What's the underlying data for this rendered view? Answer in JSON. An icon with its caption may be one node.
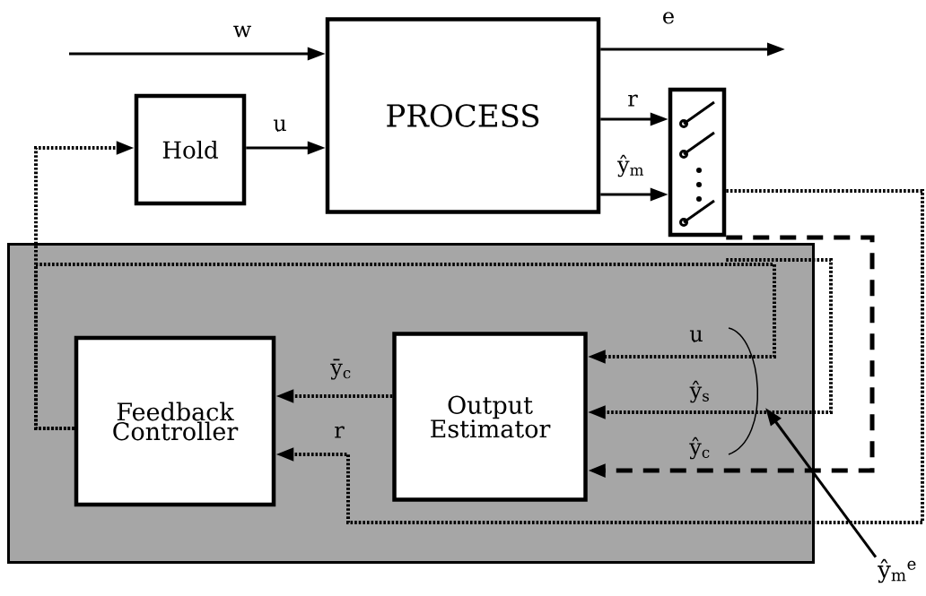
{
  "diagram": {
    "nodes": [
      {
        "text": [
          "PROCESS"
        ]
      },
      {
        "text": [
          "Hold"
        ]
      },
      {
        "text": [],
        "shape": "box"
      },
      {
        "text": [],
        "shape": "box"
      },
      {
        "text": [
          "Feedback Controller"
        ],
        "in": 3
      },
      {
        "text": [
          "Output Estimator"
        ],
        "in": 3
      },
      {
        "text": [
          "ŷ$_{m}$$^{e}$"
        ]
      }
    ],
    "edges": [
      {
        "from": null,
        "to": 0,
        "arrow": "to",
        "label": "w"
      },
      {
        "from": 0,
        "to": null,
        "arrow": "to",
        "label": "e"
      },
      {
        "from": 1,
        "to": 0,
        "arrow": "to",
        "label": "u"
      },
      {
        "from": 0,
        "to": 2,
        "arrow": "to",
        "label": "r"
      },
      {
        "from": 0,
        "to": 2,
        "arrow": "to",
        "label": "ŷ$_{m}$"
      },
      {
        "from": 4,
        "to": 1,
        "arrow": "to",
        "style": "dashed"
      },
      {
        "from": 4,
        "to": 5,
        "arrow": "to",
        "style": "dashed",
        "label": "u"
      },
      {
        "from": 2,
        "to": 5,
        "arrow": "to",
        "style": "dashed",
        "label": "ŷ$_{s}$"
      },
      {
        "from": 2,
        "to": 5,
        "arrow": "to",
        "style": "dashed",
        "label": "ŷ$_{c}$"
      },
      {
        "from": 2,
        "to": 4,
        "arrow": "to",
        "style": "dashed",
        "label": "r"
      },
      {
        "from": 5,
        "to": 4,
        "arrow": "to",
        "style": "dashed",
        "label": "ȳ$_{c}$"
      },
      {
        "from": 6,
        "to": null,
        "arrow": "to"
      }
    ]
  }
}
